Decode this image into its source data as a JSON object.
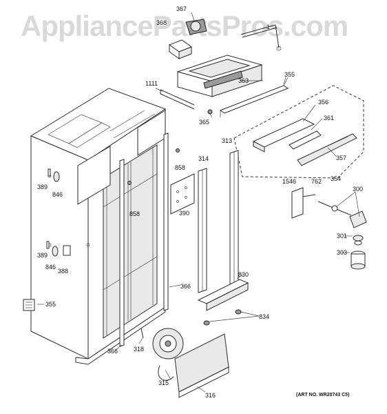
{
  "watermark": "AppliancePartsPros.com",
  "art_number": "(ART NO. WR20743 C5)",
  "labels": {
    "p367": "367",
    "p368": "368",
    "p1": "1",
    "p1111": "1111",
    "p363": "363",
    "p355_top": "355",
    "p365": "365",
    "p356": "356",
    "p361": "361",
    "p357": "357",
    "p354": "354",
    "p313": "313",
    "p314": "314",
    "p858_a": "858",
    "p858_b": "858",
    "p389_a": "389",
    "p846_a": "846",
    "p390": "390",
    "p1546": "1546",
    "p762": "762",
    "p300": "300",
    "p301": "301",
    "p303": "303",
    "p389_b": "389",
    "p846_b": "846",
    "p388": "388",
    "p830": "830",
    "p366_a": "366",
    "p355_left": "355",
    "p834": "834",
    "p366_b": "366",
    "p318": "318",
    "p315": "315",
    "p316": "316"
  }
}
